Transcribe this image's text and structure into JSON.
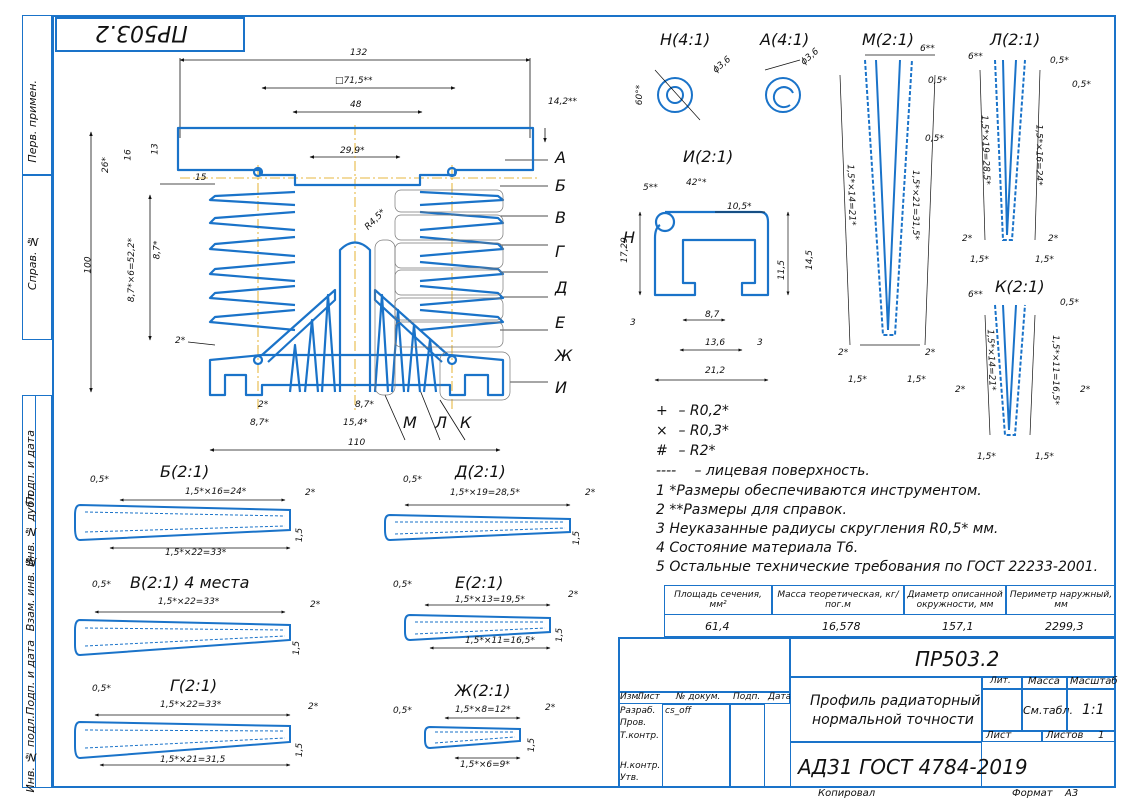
{
  "drawing_number_rotated": "ПР503.2",
  "side_labels": [
    "Перв. примен.",
    "Справ. №",
    "Подп. и дата",
    "Инв. № дубл.",
    "Взам. инв. №",
    "Подп. и дата",
    "Инв. № подл."
  ],
  "main_view": {
    "dims": {
      "d132": "132",
      "d71": "□71,5**",
      "d48": "48",
      "d14": "14,2**",
      "d26": "26*",
      "d16": "16",
      "d13": "13",
      "d15": "15",
      "d29": "29,9*",
      "dR": "R4,5*",
      "d8a": "8,7*",
      "d8b": "8,7*×6=52,2*",
      "d100": "100",
      "d2": "2*",
      "d2b": "2*",
      "d87c": "8,7*",
      "d87d": "8,7*",
      "d154": "15,4*",
      "d110": "110"
    },
    "section_letters": [
      "А",
      "Б",
      "В",
      "Г",
      "Д",
      "Е",
      "Ж",
      "И"
    ],
    "bottom_letters": [
      "М",
      "Л",
      "К"
    ]
  },
  "detail_views": {
    "H": "Н(4:1)",
    "A": "А(4:1)",
    "M": "М(2:1)",
    "L": "Л(2:1)",
    "I": "И(2:1)",
    "K": "К(2:1)",
    "B": "Б(2:1)",
    "D": "Д(2:1)",
    "V": "В(2:1) 4 места",
    "E": "Е(2:1)",
    "G": "Г(2:1)",
    "Zh": "Ж(2:1)"
  },
  "detail_dims": {
    "h_phi": "ϕ3,6",
    "h_60": "60°*",
    "a_phi": "ϕ3,6",
    "m_6": "6**",
    "m_05": "0,5*",
    "m_05b": "0,5*",
    "m_15x": "1,5*×14=21*",
    "m_15y": "1,5*×21=31,5*",
    "m_2a": "2*",
    "m_2b": "2*",
    "m_15a": "1,5*",
    "m_15b": "1,5*",
    "l_6": "6**",
    "l_05": "0,5*",
    "l_05b": "0,5*",
    "l_15x": "1,5*×19=28,5*",
    "l_15y": "1,5*×16=24*",
    "l_2a": "2*",
    "l_2b": "2*",
    "l_15a": "1,5*",
    "l_15b": "1,5*",
    "i_5": "5**",
    "i_42": "42°*",
    "i_105": "10,5*",
    "i_1729": "17,29",
    "i_115": "11,5",
    "i_145": "14,5",
    "i_3": "3",
    "i_87": "8,7",
    "i_136": "13,6",
    "i_3b": "3",
    "i_212": "21,2",
    "i_H": "Н",
    "k_6": "6**",
    "k_05": "0,5*",
    "k_15x": "1,5*×14=21*",
    "k_15y": "1,5*×11=16,5*",
    "k_2a": "2*",
    "k_2b": "2*",
    "k_15a": "1,5*",
    "k_15b": "1,5*",
    "b_05": "0,5*",
    "b_top": "1,5*×16=24*",
    "b_bot": "1,5*×22=33*",
    "b_2": "2*",
    "b_15": "1,5",
    "d_05": "0,5*",
    "d_top": "1,5*×19=28,5*",
    "d_2": "2*",
    "d_15": "1,5",
    "v_05": "0,5*",
    "v_top": "1,5*×22=33*",
    "v_2": "2*",
    "v_15": "1,5",
    "e_05": "0,5*",
    "e_top": "1,5*×13=19,5*",
    "e_bot": "1,5*×11=16,5*",
    "e_2": "2*",
    "e_15": "1,5",
    "g_05": "0,5*",
    "g_top": "1,5*×22=33*",
    "g_bot": "1,5*×21=31,5",
    "g_2": "2*",
    "g_15": "1,5",
    "zh_05": "0,5*",
    "zh_top": "1,5*×8=12*",
    "zh_bot": "1,5*×6=9*",
    "zh_2": "2*",
    "zh_15": "1,5"
  },
  "notes": {
    "legend": [
      {
        "sym": "+",
        "text": "– R0,2*"
      },
      {
        "sym": "×",
        "text": "– R0,3*"
      },
      {
        "sym": "#",
        "text": "– R2*"
      },
      {
        "sym": "----",
        "text": "– лицевая поверхность."
      }
    ],
    "items": [
      "1 *Размеры обеспечиваются инструментом.",
      "2 **Размеры для справок.",
      "3 Неуказанные радиусы скругления R0,5* мм.",
      "4 Состояние материала Т6.",
      "5 Остальные технические требования по ГОСТ 22233-2001."
    ]
  },
  "props_table": {
    "headers": [
      "Площадь сечения, мм²",
      "Масса теоретическая, кг/пог.м",
      "Диаметр описанной окружности, мм",
      "Периметр наружный, мм"
    ],
    "values": [
      "61,4",
      "16,578",
      "157,1",
      "2299,3"
    ]
  },
  "title_block": {
    "designation": "ПР503.2",
    "name_line1": "Профиль радиаторный",
    "name_line2": "нормальной точности",
    "material": "АД31 ГОСТ 4784-2019",
    "col_headers": [
      "Изм.",
      "Лист",
      "№ докум.",
      "Подп.",
      "Дата"
    ],
    "rows": [
      "Разраб.",
      "Пров.",
      "Т.контр.",
      "",
      "Н.контр.",
      "Утв."
    ],
    "developer": "cs_off",
    "lit": "Лит.",
    "mass": "Масса",
    "scale": "Масштаб",
    "mass_val": "См.табл.",
    "scale_val": "1:1",
    "sheet": "Лист",
    "sheets": "Листов",
    "sheets_val": "1",
    "copied": "Копировал",
    "format": "Формат",
    "format_val": "А3"
  },
  "colors": {
    "frame": "#1a73c9",
    "profile": "#1a73c9",
    "centerline": "#e0a000"
  }
}
